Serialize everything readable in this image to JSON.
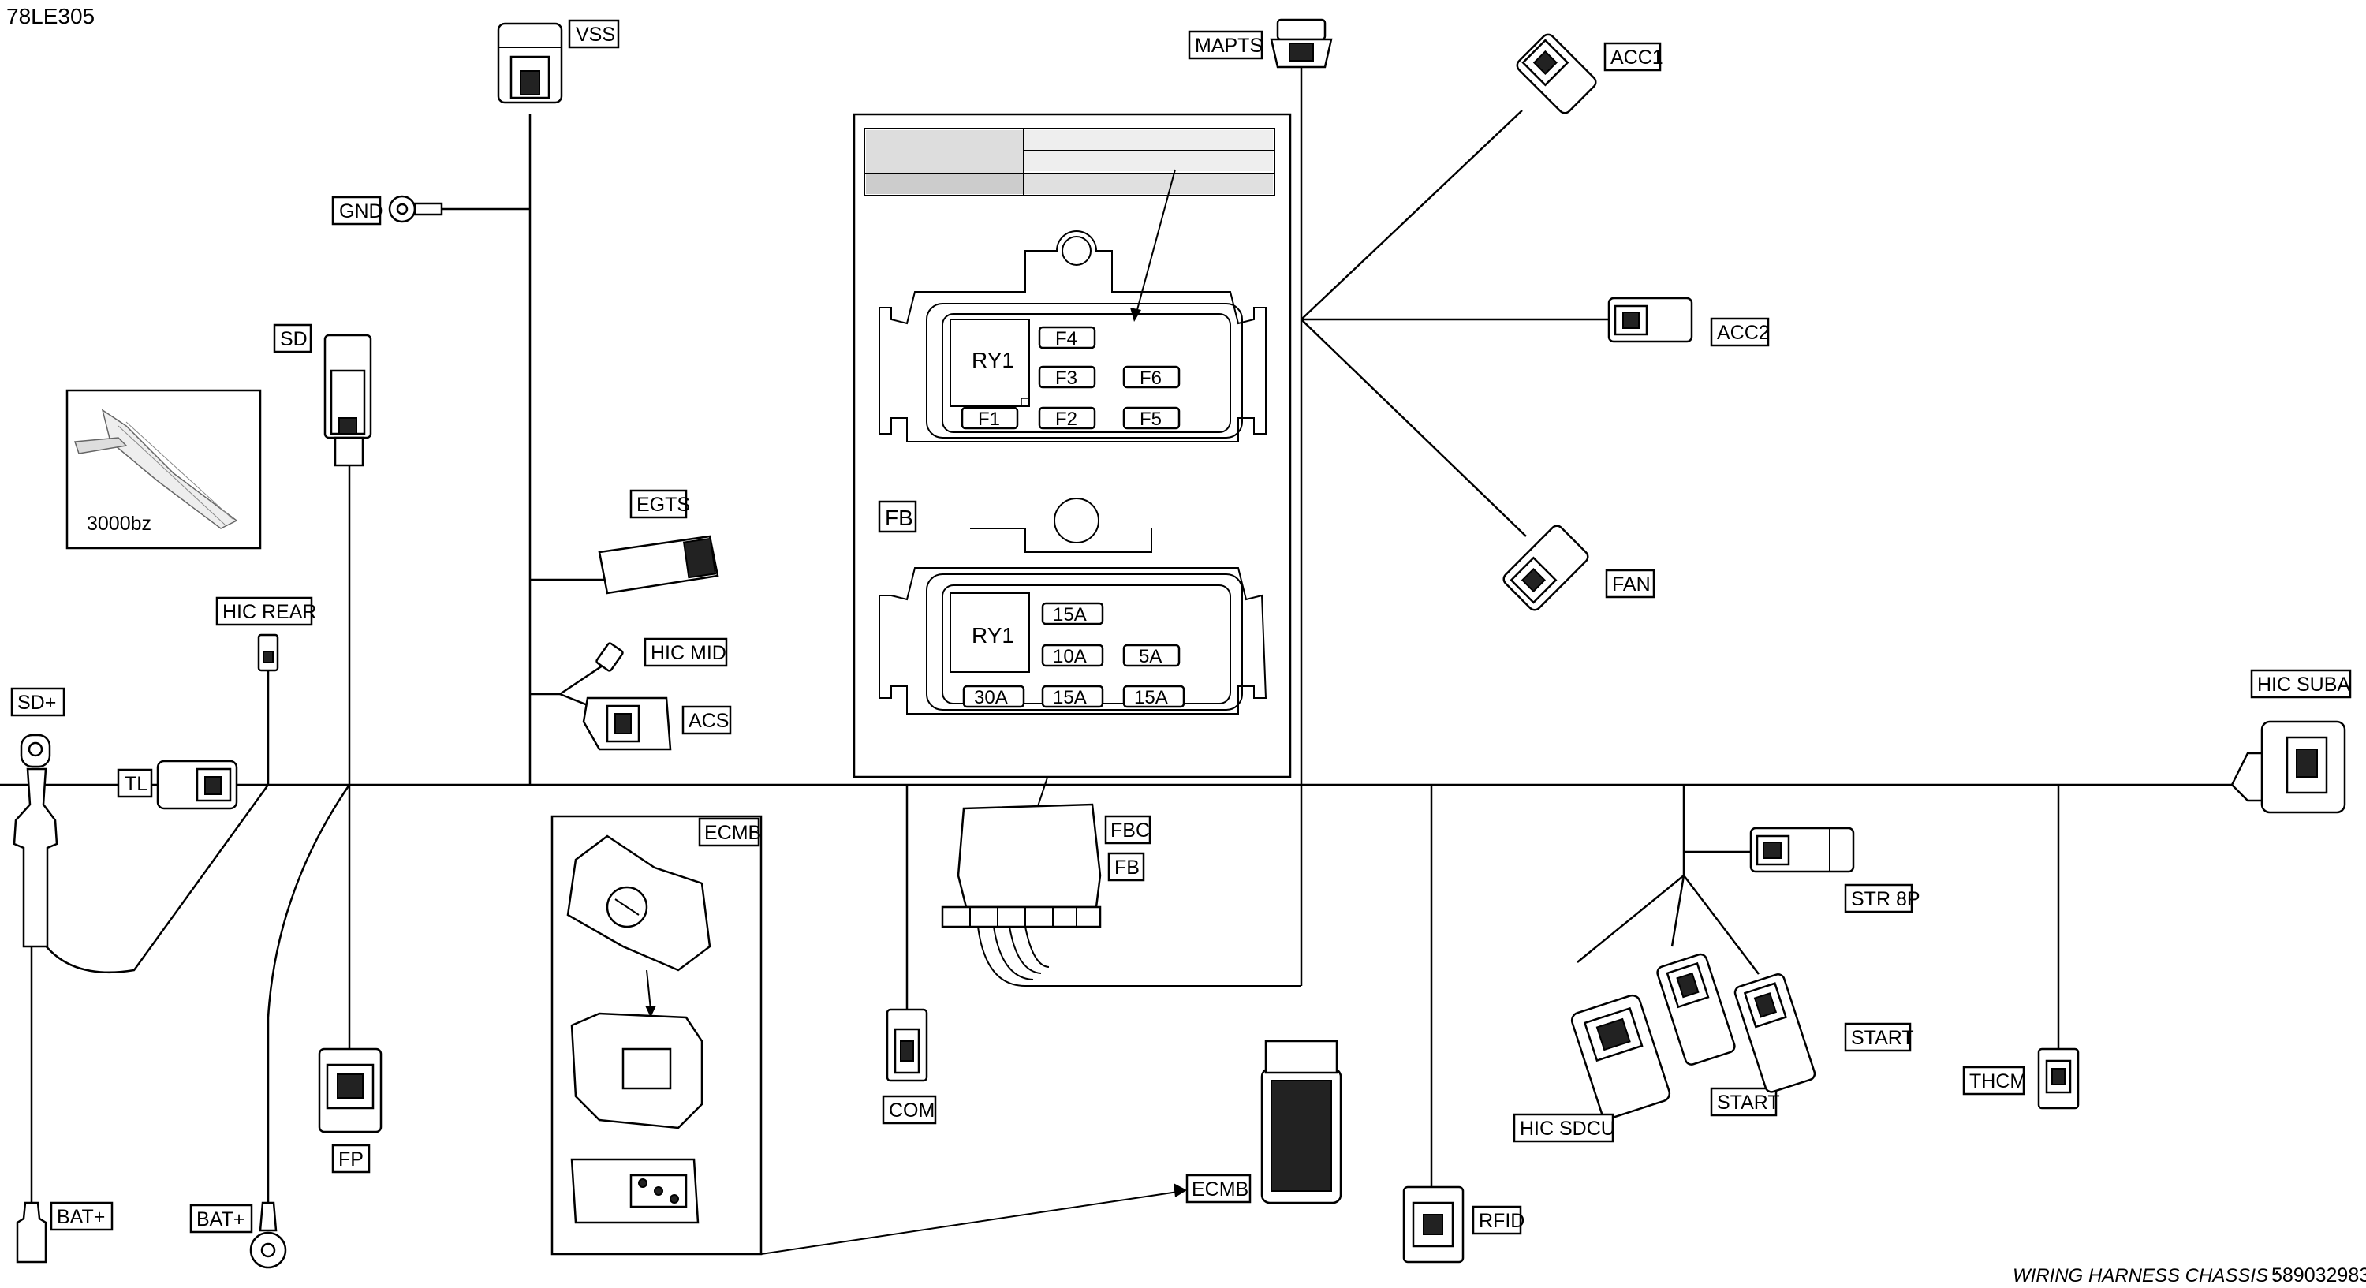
{
  "doc_code": "78LE305",
  "footer": {
    "title": "WIRING HARNESS CHASSIS :",
    "part_number": "589032983"
  },
  "inset_caption": "3000bz",
  "connectors": {
    "vss": "VSS",
    "gnd": "GND",
    "sd": "SD",
    "hic_rear": "HIC REAR",
    "sd_plus": "SD+",
    "tl": "TL",
    "egts": "EGTS",
    "hic_mid": "HIC MID",
    "acs": "ACS",
    "mapts": "MAPTS",
    "acc1": "ACC1",
    "acc2": "ACC2",
    "fan": "FAN",
    "hic_suba": "HIC SUBA",
    "fbc": "FBC",
    "fb": "FB",
    "fb_panel": "FB",
    "ecmb_box": "ECMB",
    "ecmb": "ECMB",
    "com": "COM",
    "fp": "FP",
    "bat_plus_left": "BAT+",
    "bat_plus_mid": "BAT+",
    "rfid": "RFID",
    "str8p": "STR 8P",
    "start_upper": "START",
    "start_lower": "START",
    "hic_sdcu": "HIC SDCU",
    "thcm": "THCM"
  },
  "fuse_box_top": {
    "relay": "RY1",
    "fuses": [
      "F4",
      "F3",
      "F6",
      "F1",
      "F2",
      "F5"
    ]
  },
  "fuse_box_bottom": {
    "relay": "RY1",
    "ratings": [
      "15A",
      "10A",
      "5A",
      "30A",
      "15A",
      "15A"
    ]
  }
}
